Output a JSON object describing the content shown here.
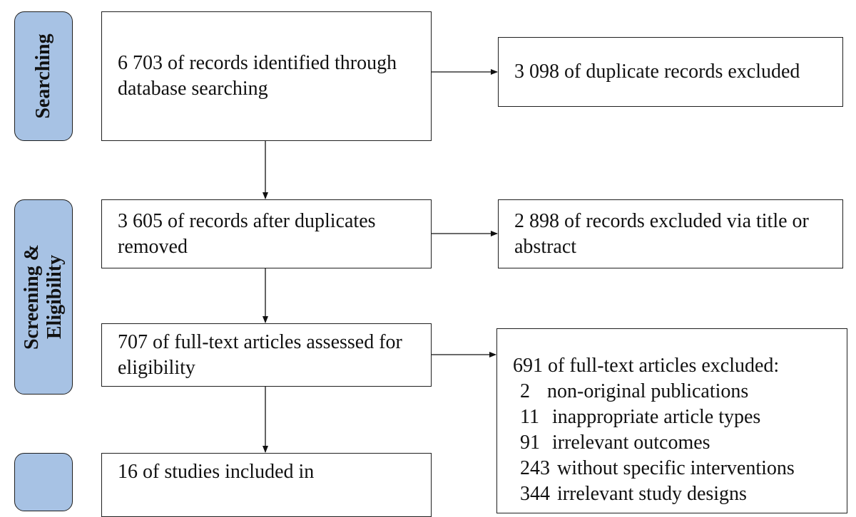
{
  "stages": {
    "searching": "Searching",
    "screening_line1": "Screening &",
    "screening_line2": "Eligibility",
    "included": ""
  },
  "boxes": {
    "identified": "6 703 of records identified through database searching",
    "duplicates_excluded": "3 098 of duplicate records excluded",
    "after_duplicates": "3 605 of records after duplicates removed",
    "title_abstract_excluded": "2 898 of records excluded via title or abstract",
    "fulltext_assessed": "707 of full-text articles assessed for eligibility",
    "fulltext_excluded_header": "691 of full-text articles excluded:",
    "fulltext_excluded_items": [
      {
        "count": "2",
        "reason": "non-original publications"
      },
      {
        "count": "11",
        "reason": "inappropriate article types"
      },
      {
        "count": "91",
        "reason": "irrelevant outcomes"
      },
      {
        "count": "243",
        "reason": "without specific interventions"
      },
      {
        "count": "344",
        "reason": "irrelevant study designs"
      }
    ],
    "studies_included": "16 of studies included in"
  }
}
